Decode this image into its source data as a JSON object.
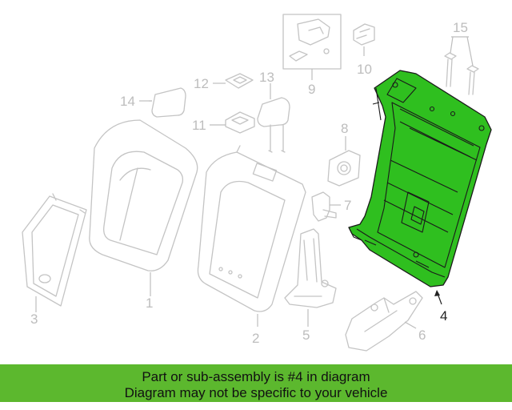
{
  "diagram": {
    "callouts": {
      "c1": "1",
      "c2": "2",
      "c3": "3",
      "c4": "4",
      "c5": "5",
      "c6": "6",
      "c7": "7",
      "c8": "8",
      "c9": "9",
      "c10": "10",
      "c11": "11",
      "c12": "12",
      "c13": "13",
      "c14": "14",
      "c15": "15"
    },
    "highlighted_part": "4",
    "colors": {
      "highlight": "#2fbf1f",
      "ghost_line": "#c4c4c4"
    }
  },
  "banner": {
    "line1": "Part or sub-assembly is #4 in diagram",
    "line2": "Diagram may not be specific to your vehicle",
    "color": "#5cb82e"
  }
}
